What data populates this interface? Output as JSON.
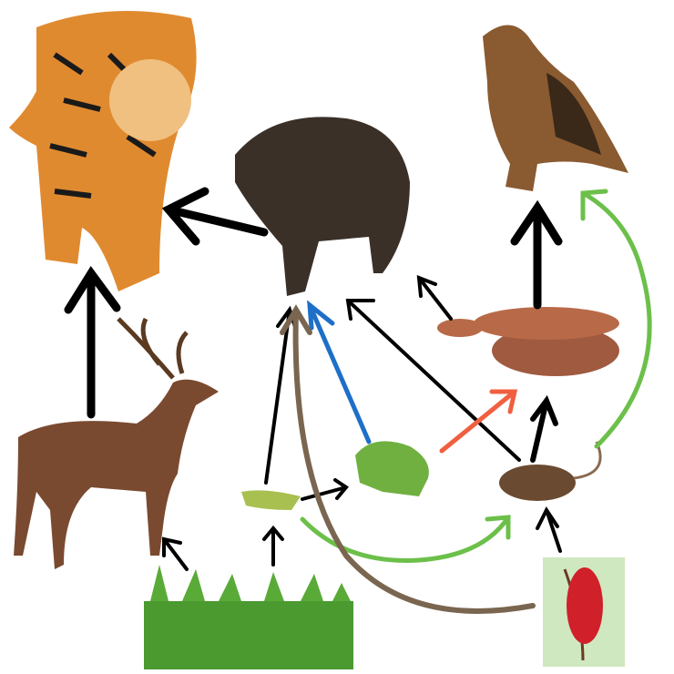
{
  "organisms": [
    {
      "id": "tiger",
      "icon": "tiger-icon",
      "color": "#e08a30"
    },
    {
      "id": "boar",
      "icon": "boar-icon",
      "color": "#3a3028"
    },
    {
      "id": "hawk",
      "icon": "hawk-icon",
      "color": "#8a5a30"
    },
    {
      "id": "deer",
      "icon": "deer-icon",
      "color": "#7a4a30"
    },
    {
      "id": "snake",
      "icon": "snake-icon",
      "color": "#a05a40"
    },
    {
      "id": "grasshopper",
      "icon": "grasshopper-icon",
      "color": "#a8c050"
    },
    {
      "id": "frog",
      "icon": "frog-icon",
      "color": "#70b040"
    },
    {
      "id": "mouse",
      "icon": "mouse-icon",
      "color": "#6a4a30"
    },
    {
      "id": "grass",
      "icon": "grass-icon",
      "color": "#4a9a30"
    },
    {
      "id": "berries",
      "icon": "berries-icon",
      "color": "#d0202a"
    }
  ],
  "edges": [
    {
      "from": "boar",
      "to": "tiger",
      "color": "#000000"
    },
    {
      "from": "deer",
      "to": "tiger",
      "color": "#000000"
    },
    {
      "from": "grass",
      "to": "deer",
      "color": "#000000"
    },
    {
      "from": "grass",
      "to": "grasshopper",
      "color": "#000000"
    },
    {
      "from": "grasshopper",
      "to": "boar",
      "color": "#000000"
    },
    {
      "from": "frog",
      "to": "boar",
      "color": "#1e6fc8"
    },
    {
      "from": "mouse",
      "to": "boar",
      "color": "#000000"
    },
    {
      "from": "snake",
      "to": "boar",
      "color": "#000000"
    },
    {
      "from": "snake",
      "to": "hawk",
      "color": "#000000"
    },
    {
      "from": "grasshopper",
      "to": "frog",
      "color": "#000000"
    },
    {
      "from": "grasshopper",
      "to": "mouse",
      "color": "#6cc04a"
    },
    {
      "from": "frog",
      "to": "snake",
      "color": "#f06040"
    },
    {
      "from": "mouse",
      "to": "snake",
      "color": "#000000"
    },
    {
      "from": "mouse",
      "to": "hawk",
      "color": "#6cc04a"
    },
    {
      "from": "berries",
      "to": "mouse",
      "color": "#000000"
    },
    {
      "from": "berries",
      "to": "boar",
      "color": "#7a6650"
    }
  ]
}
